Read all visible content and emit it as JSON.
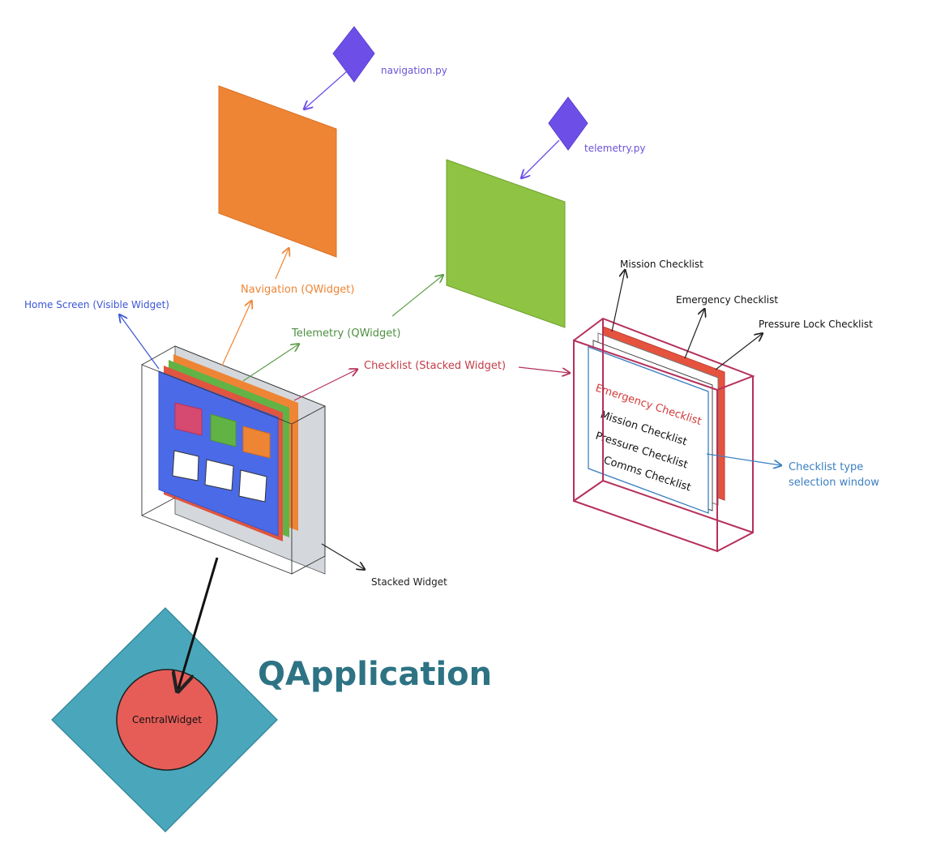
{
  "colors": {
    "purple": "#6d4fe8",
    "purple_text": "#6b52d6",
    "orange": "#ee8535",
    "green": "#8fc343",
    "blue": "#4b6ae8",
    "blue_text": "#3b55d6",
    "red": "#e0553f",
    "maroon": "#b5305a",
    "teal": "#4aa7bb",
    "teal_text": "#2d7384",
    "pink": "#d64a72",
    "checklist_blue": "#3b7fc0"
  },
  "labels": {
    "navigation_py": "navigation.py",
    "telemetry_py": "telemetry.py",
    "navigation_qwidget": "Navigation (QWidget)",
    "telemetry_qwidget": "Telemetry (QWidget)",
    "home_screen": "Home Screen (Visible Widget)",
    "checklist_stacked": "Checklist (Stacked Widget)",
    "stacked_widget": "Stacked Widget",
    "mission_checklist": "Mission Checklist",
    "emergency_checklist": "Emergency Checklist",
    "pressure_lock_checklist": "Pressure Lock Checklist",
    "checklist_type_line1": "Checklist type",
    "checklist_type_line2": "selection window",
    "qapplication": "QApplication",
    "central_widget": "CentralWidget"
  },
  "checklist_menu": {
    "item_emergency": "Emergency Checklist",
    "item_mission": "Mission Checklist",
    "item_pressure": "Pressure Checklist",
    "item_comms": "Comms Checklist"
  }
}
